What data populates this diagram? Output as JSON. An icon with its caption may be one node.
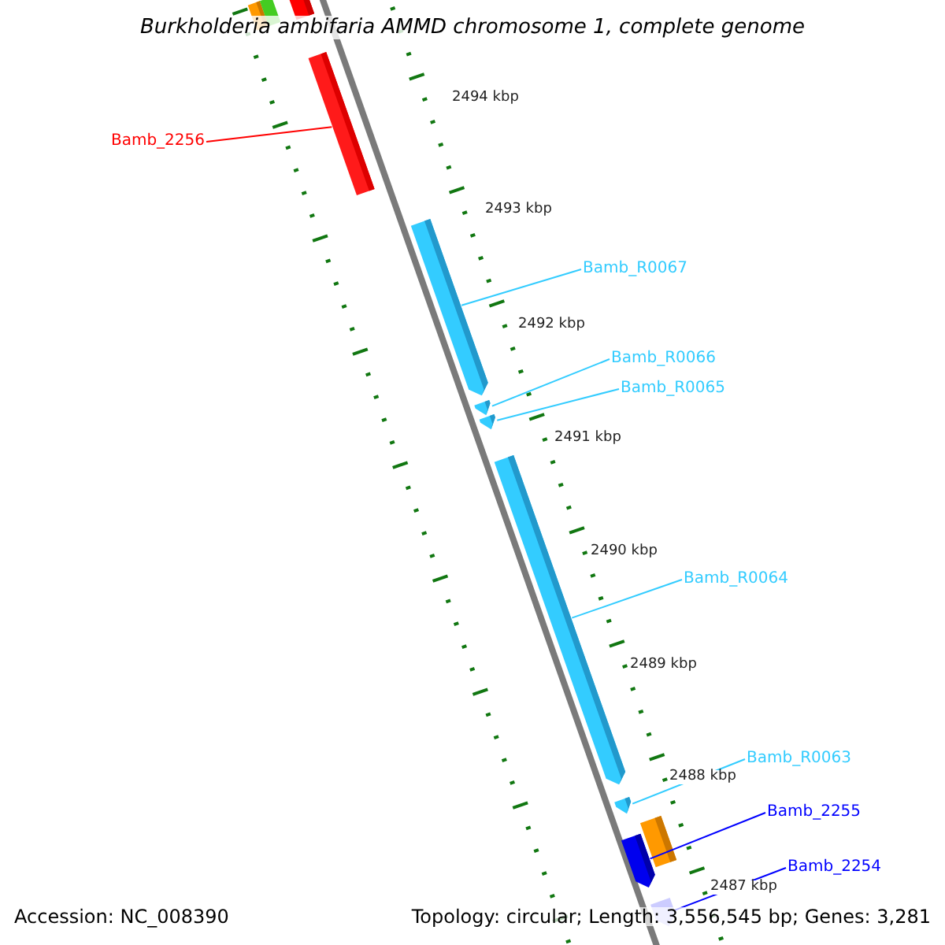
{
  "diagram": {
    "title": "Burkholderia ambifaria AMMD chromosome 1, complete genome",
    "nodes": [
      {
        "text": [
          "Bamb_2256"
        ]
      },
      {
        "text": [
          "Bamb_R0067"
        ]
      },
      {
        "text": [
          "Bamb_R0066"
        ]
      },
      {
        "text": [
          "Bamb_R0065"
        ]
      },
      {
        "text": [
          "Bamb_R0064"
        ]
      },
      {
        "text": [
          "Bamb_R0063"
        ]
      },
      {
        "text": [
          "Bamb_2255"
        ]
      },
      {
        "text": [
          "Bamb_2254"
        ]
      },
      {
        "text": [],
        "shape": "bar"
      },
      {
        "text": [],
        "shape": "bar"
      },
      {
        "text": [],
        "shape": "bar"
      },
      {
        "text": [],
        "shape": "bar"
      },
      {
        "text": [],
        "shape": "bar"
      },
      {
        "text": [],
        "shape": "bar"
      },
      {
        "text": [],
        "shape": "bar"
      },
      {
        "text": [],
        "shape": "bar"
      }
    ],
    "edges": [
      {
        "from": 0,
        "to": 8,
        "arrow": "none",
        "color": "#ff0000"
      },
      {
        "from": 1,
        "to": 9,
        "arrow": "none"
      },
      {
        "from": 2,
        "to": 10,
        "arrow": "none"
      },
      {
        "from": 3,
        "to": 11,
        "arrow": "none"
      },
      {
        "from": 4,
        "to": 12,
        "arrow": "none"
      },
      {
        "from": 5,
        "to": 13,
        "arrow": "none"
      },
      {
        "from": 6,
        "to": 14,
        "arrow": "none",
        "color": "#0000ff"
      },
      {
        "from": 7,
        "to": 15,
        "arrow": "none",
        "color": "#0000ff"
      }
    ],
    "labels": [
      "2494 kbp",
      "2493 kbp",
      "2492 kbp",
      "2491 kbp",
      "2490 kbp",
      "2489 kbp",
      "2488 kbp",
      "2487 kbp",
      "Accession: NC_008390",
      "Topology: circular; Length: 3,556,545 bp; Genes: 3,281"
    ]
  }
}
